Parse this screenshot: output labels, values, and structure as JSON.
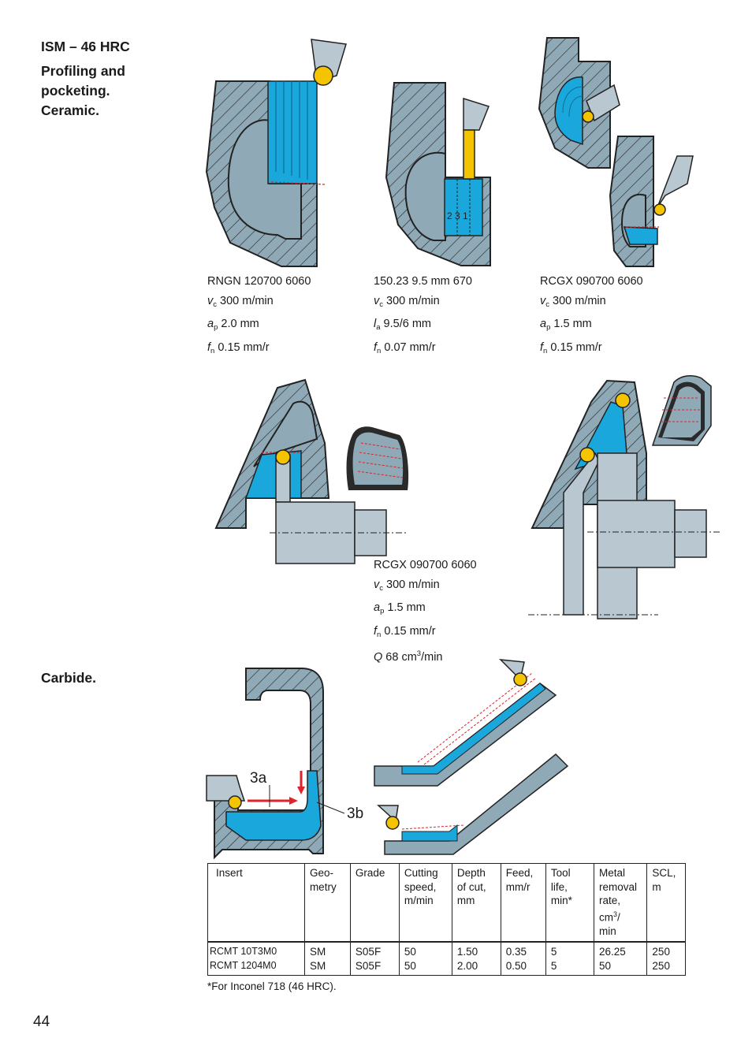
{
  "heading": {
    "material": "ISM – 46 HRC",
    "operation_lines": [
      "Profiling and",
      "pocketing.",
      "Ceramic."
    ],
    "carbide": "Carbide."
  },
  "ops": [
    {
      "insert": "RNGN 120700 6060",
      "p1_sym": "v",
      "p1_sub": "c",
      "p1_val": " 300 m/min",
      "p2_sym": "a",
      "p2_sub": "p",
      "p2_val": " 2.0 mm",
      "p3_sym": "f",
      "p3_sub": "n",
      "p3_val": " 0.15 mm/r"
    },
    {
      "insert": "150.23 9.5 mm 670",
      "p1_sym": "v",
      "p1_sub": "c",
      "p1_val": " 300 m/min",
      "p2_sym": "l",
      "p2_sub": "a",
      "p2_val": " 9.5/6 mm",
      "p3_sym": "f",
      "p3_sub": "n",
      "p3_val": " 0.07 mm/r"
    },
    {
      "insert": "RCGX 090700 6060",
      "p1_sym": "v",
      "p1_sub": "c",
      "p1_val": " 300 m/min",
      "p2_sym": "a",
      "p2_sub": "p",
      "p2_val": " 1.5 mm",
      "p3_sym": "f",
      "p3_sub": "n",
      "p3_val": " 0.15 mm/r"
    },
    {
      "insert": "RCGX 090700 6060",
      "p1_sym": "v",
      "p1_sub": "c",
      "p1_val": " 300 m/min",
      "p2_sym": "a",
      "p2_sub": "p",
      "p2_val": " 1.5 mm",
      "p3_sym": "f",
      "p3_sub": "n",
      "p3_val": " 0.15 mm/r",
      "p4_sym": "Q",
      "p4_val": " 68 cm",
      "p4_sup": "3",
      "p4_tail": "/min"
    }
  ],
  "diagram_labels": {
    "cut_order": "2 3 1",
    "step_a": "3a",
    "step_b": "3b"
  },
  "table": {
    "headers": [
      "Insert",
      "Geo-\nmetry",
      "Grade",
      "Cutting\nspeed,\nm/min",
      "Depth\nof cut,\nmm",
      "Feed,\nmm/r",
      "Tool\nlife,\nmin*",
      "Metal\nremoval\nrate,\ncm3/\nmin",
      "SCL,\nm"
    ],
    "header_rate_parts": {
      "a": "Metal\nremoval\nrate,\ncm",
      "sup": "3",
      "b": "/\nmin"
    },
    "rows": [
      [
        "RCMT 10T3M0\nRCMT 1204M0",
        "SM\nSM",
        "S05F\nS05F",
        "50\n50",
        "1.50\n2.00",
        "0.35\n0.50",
        "5\n5",
        "26.25\n50",
        "250\n250"
      ]
    ]
  },
  "footnote": "*For Inconel 718 (46 HRC).",
  "page_number": "44",
  "colors": {
    "blue": "#1aa8dc",
    "steel": "#8fa9b6",
    "tool": "#b9c8d0",
    "yellow": "#f5c400",
    "red": "#e0232b"
  }
}
